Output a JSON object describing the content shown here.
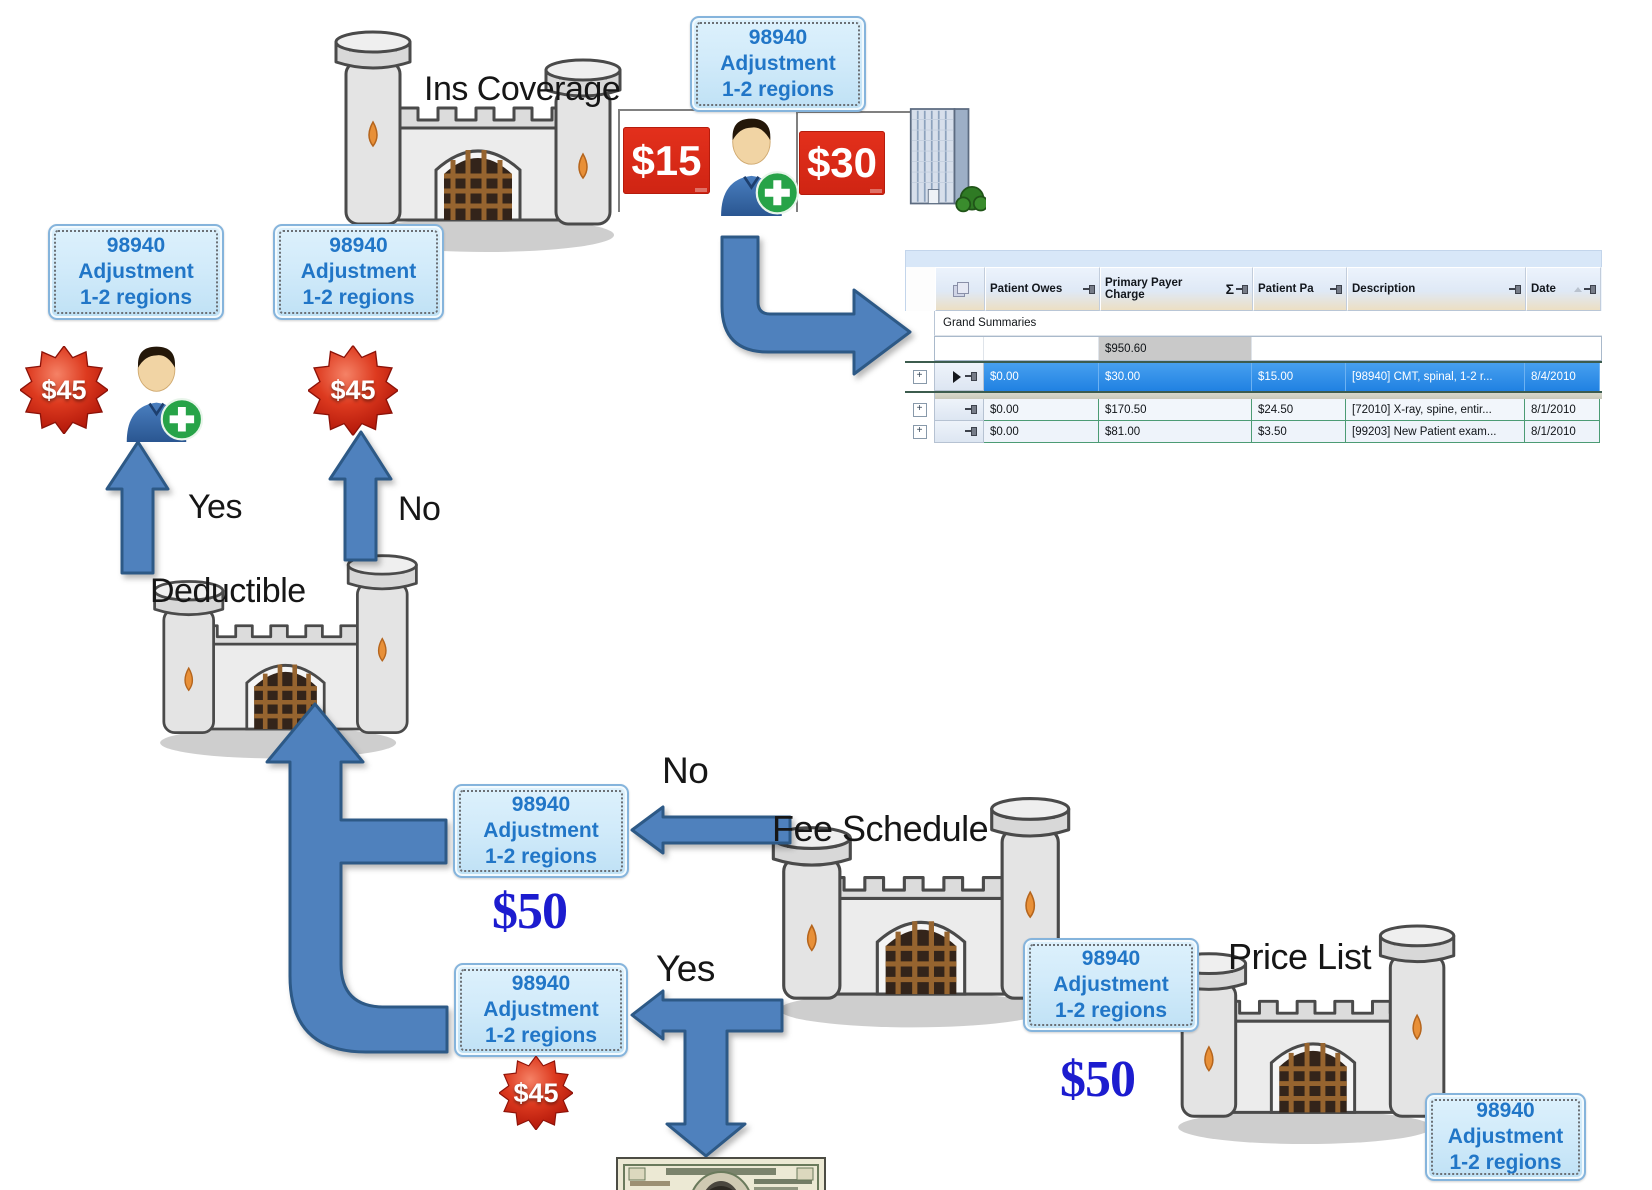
{
  "labels": {
    "ins_coverage": "Ins Coverage",
    "yes_left": "Yes",
    "no_left": "No",
    "deductible": "Deductible",
    "no_mid": "No",
    "yes_mid": "Yes",
    "fee_schedule": "Fee Schedule",
    "price_list": "Price List"
  },
  "adjustment_box": {
    "code": "98940",
    "line2": "Adjustment",
    "line3": "1-2 regions"
  },
  "badges": {
    "patient_copay_tag": "$15",
    "insurance_pay_tag": "$30",
    "star_left": "$45",
    "star_right": "$45",
    "star_mid": "$45",
    "fifty_mid": "$50",
    "fifty_fee": "$50"
  },
  "icons": {
    "patient": "person-add-icon",
    "insurance": "office-building-icon",
    "cash": "dollar-bill-icon",
    "gate": "castle-gate-icon"
  },
  "table": {
    "header": {
      "col_icon_tooltip": "",
      "columns": [
        "Patient Owes",
        "Primary Payer Charge",
        "Patient Pa",
        "Description",
        "Date"
      ],
      "sigma": "Σ"
    },
    "grand_summaries_label": "Grand Summaries",
    "summary_value": "$950.60",
    "rows": [
      {
        "patient_owes": "$0.00",
        "primary_payer_charge": "$30.00",
        "patient_pa": "$15.00",
        "description": "[98940] CMT, spinal, 1-2 r...",
        "date": "8/4/2010",
        "selected": true
      },
      {
        "patient_owes": "$0.00",
        "primary_payer_charge": "$170.50",
        "patient_pa": "$24.50",
        "description": "[72010] X-ray, spine, entir...",
        "date": "8/1/2010",
        "selected": false
      },
      {
        "patient_owes": "$0.00",
        "primary_payer_charge": "$81.00",
        "patient_pa": "$3.50",
        "description": "[99203] New Patient exam...",
        "date": "8/1/2010",
        "selected": false
      }
    ]
  },
  "colors": {
    "arrow_blue": "#4f81bd",
    "arrow_border": "#2d5986",
    "box_text_blue": "#2176c7",
    "tag_red": "#d5281b",
    "price_blue": "#1c1ccf",
    "selected_row_blue": "#2f8de8",
    "gridline_green": "#4c9b74"
  }
}
